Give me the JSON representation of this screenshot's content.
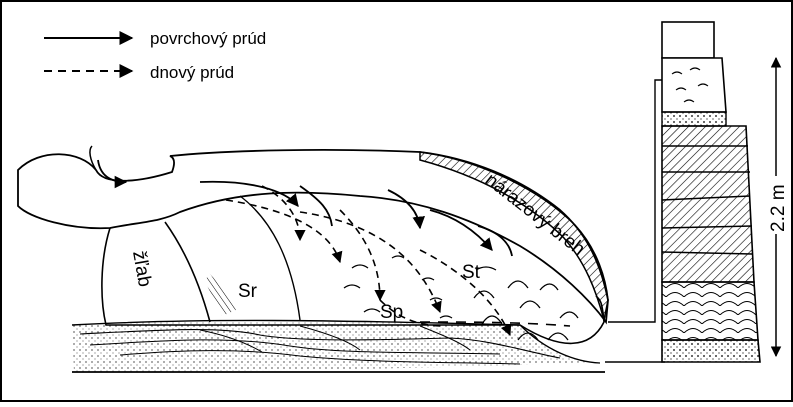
{
  "legend": {
    "surface_current": "povrchový prúd",
    "bottom_current": "dnový prúd"
  },
  "labels": {
    "chute": "žľab",
    "bank": "nárazový breh",
    "sr": "Sr",
    "sp": "Sp",
    "st": "St",
    "thickness": "2.2 m"
  },
  "colors": {
    "ink": "#000000",
    "paper": "#ffffff"
  }
}
